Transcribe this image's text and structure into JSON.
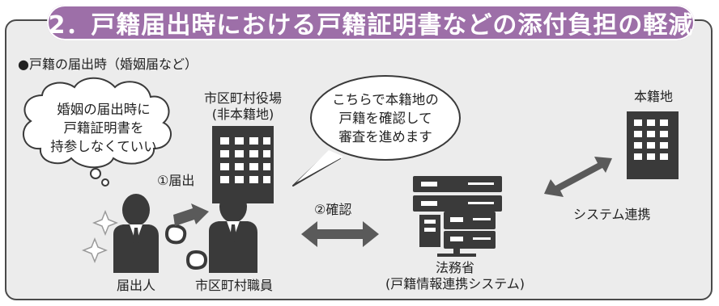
{
  "title": "2．戸籍届出時における戸籍証明書などの添付負担の軽減",
  "subtitle": "●戸籍の届出時（婚姻届など）",
  "thought_bubble": [
    "婚姻の届出時に",
    "戸籍証明書を",
    "持参しなくていい"
  ],
  "speech_bubble": [
    "こちらで本籍地の",
    "戸籍を確認して",
    "審査を進めます"
  ],
  "municipal_office": [
    "市区町村役場",
    "(非本籍地)"
  ],
  "honseki": "本籍地",
  "step1": "①届出",
  "step2": "②確認",
  "system_link": "システム連携",
  "applicant": "届出人",
  "staff": "市区町村職員",
  "ministry": [
    "法務省",
    "(戸籍情報連携システム)"
  ],
  "colors": {
    "accent": "#9d6fa8",
    "icon": "#3a3a3a",
    "background": "#ececec"
  }
}
